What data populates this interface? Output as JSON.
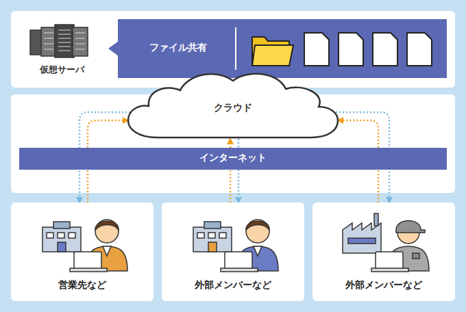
{
  "diagram": {
    "nodes": [
      {
        "text": [
          "仮想サーバ"
        ]
      },
      {
        "text": [
          "ファイル共有"
        ]
      },
      {
        "text": [
          "クラウド"
        ]
      },
      {
        "text": [
          "インターネット"
        ]
      },
      {
        "text": [
          "営業先など"
        ]
      },
      {
        "text": [
          "外部メンバーなど"
        ]
      },
      {
        "text": [
          "外部メンバーなど"
        ]
      }
    ],
    "edges": [
      {
        "from": 4,
        "to": 2,
        "arrow": "to"
      },
      {
        "from": 2,
        "to": 4,
        "arrow": "to"
      },
      {
        "from": 5,
        "to": 2,
        "arrow": "to"
      },
      {
        "from": 2,
        "to": 5,
        "arrow": "to"
      },
      {
        "from": 6,
        "to": 2,
        "arrow": "to"
      },
      {
        "from": 2,
        "to": 6,
        "arrow": "to"
      }
    ]
  }
}
